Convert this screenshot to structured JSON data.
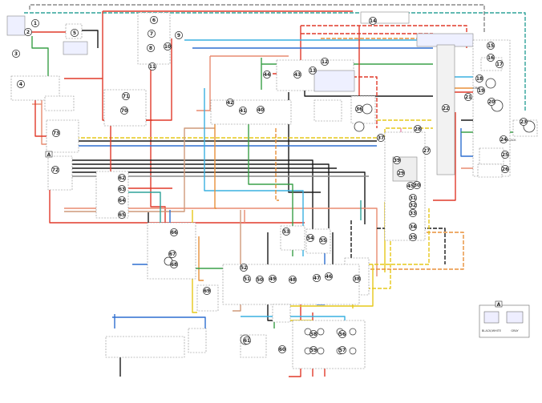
{
  "colors": {
    "red": "#e03a2a",
    "orange": "#e8903a",
    "salmon": "#e88c70",
    "tan": "#cf9a7a",
    "black": "#1a1a1a",
    "blue": "#2e6fd0",
    "sky": "#3ab0e0",
    "green": "#3aa048",
    "yellow": "#e6c81a",
    "gray": "#8a8a8a",
    "teal": "#2fa39a",
    "brown": "#8b4a2a",
    "violet": "#6a4ab0",
    "pink": "#e890b0",
    "comp_border": "#888888"
  },
  "numbers": [
    "1",
    "2",
    "3",
    "4",
    "5",
    "6",
    "7",
    "8",
    "9",
    "10",
    "11",
    "12",
    "13",
    "14",
    "15",
    "16",
    "17",
    "18",
    "19",
    "20",
    "21",
    "22",
    "23",
    "24",
    "25",
    "26",
    "27",
    "28",
    "29",
    "30",
    "31",
    "32",
    "33",
    "34",
    "35",
    "36",
    "37",
    "38",
    "39",
    "40",
    "41",
    "42",
    "43",
    "44",
    "45",
    "46",
    "47",
    "48",
    "49",
    "50",
    "51",
    "52",
    "53",
    "54",
    "55",
    "56",
    "57",
    "58",
    "59",
    "60",
    "61",
    "62",
    "63",
    "64",
    "65",
    "66",
    "67",
    "68",
    "69",
    "70",
    "71",
    "72",
    "73"
  ],
  "box_letter": "A",
  "legend": {
    "letter": "A",
    "captions": [
      "BLACK/WHITE",
      "GRAY"
    ]
  },
  "captions": [
    "GRAY",
    "BLACK"
  ]
}
